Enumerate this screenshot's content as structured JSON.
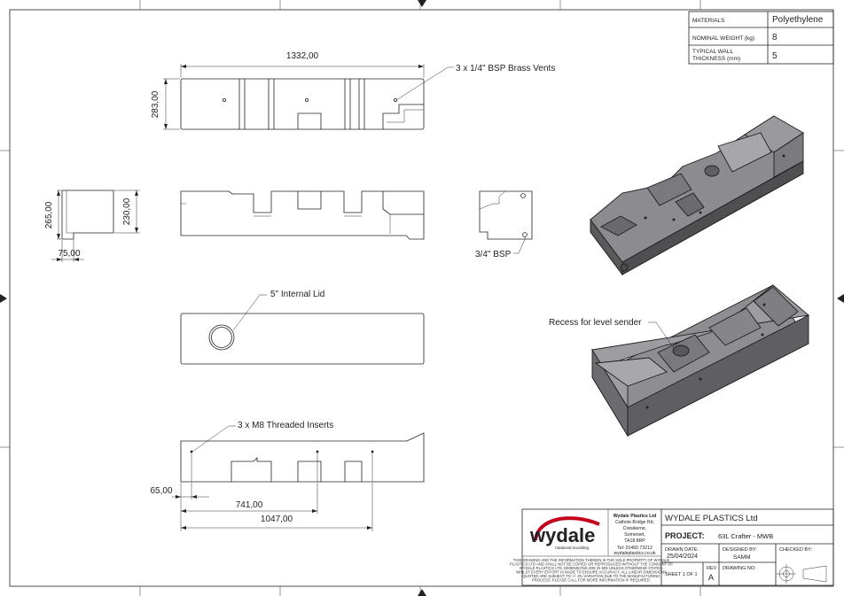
{
  "materials_table": {
    "rows": [
      {
        "label": "MATERIALS",
        "value": "Polyethylene"
      },
      {
        "label": "NOMINAL WEIGHT (kg)",
        "value": "8"
      },
      {
        "label_line1": "TYPICAL WALL",
        "label_line2": "THICKNESS (mm)",
        "value": "5"
      }
    ]
  },
  "dimensions": {
    "top_length": "1332,00",
    "top_height": "283,00",
    "side_height_overall": "265,00",
    "side_height_body": "230,00",
    "side_foot_width": "75,00",
    "bottom_offset": "65,00",
    "bottom_insert_1": "741,00",
    "bottom_insert_2": "1047,00"
  },
  "annotations": {
    "vents": "3 x 1/4\" BSP Brass Vents",
    "bsp": "3/4\" BSP",
    "lid": "5\" Internal Lid",
    "inserts": "3 x M8 Threaded Inserts",
    "recess": "Recess for level sender"
  },
  "title_block": {
    "logo_text": "wydale",
    "logo_tagline": "rotational moulding",
    "company_address": [
      "Wydale Plastics Ltd",
      "Cathole Bridge Rd,",
      "Crewkerne,",
      "Somerset,",
      "TA18 8RP",
      "Tel: 01460 73212",
      "wydaleplastics.co.uk"
    ],
    "disclaimer": [
      "THIS DRAWING AND THE INFORMATION THEREIN IS THE SOLE PROPERTY OF WYDALE",
      "PLASTICS LTD AND SHALL NOT BE COPIED OR REPRODUCED WITHOUT THE CONSENT OF",
      "WYDALE PLASTICS LTD. DIMENSIONS ARE IN MM UNLESS OTHERWISE STATED.",
      "WHILST EVERY EFFORT IS MADE TO ENSURE ACCURACY, ALL LINEAR DIMENSIONS",
      "QUOTED ARE SUBJECT TO +/- 3% VARIATION DUE TO THE MANUFACTURING",
      "PROCESS. PLEASE CALL FOR MORE INFORMATION IF REQUIRED."
    ],
    "company_name": "WYDALE PLASTICS Ltd",
    "project_label": "PROJECT:",
    "project_value": "63L Crafter - MWB",
    "drawn_date_label": "DRAWN DATE:",
    "drawn_date_value": "25/04/2024",
    "designed_by_label": "DESIGNED BY:",
    "designed_by_value": "SAMM",
    "checked_by_label": "CHECKED BY:",
    "sheet_label": "SHEET 1 OF 1",
    "rev_label": "REV",
    "rev_value": "A",
    "drawing_no_label": "DRAWING NO:"
  }
}
